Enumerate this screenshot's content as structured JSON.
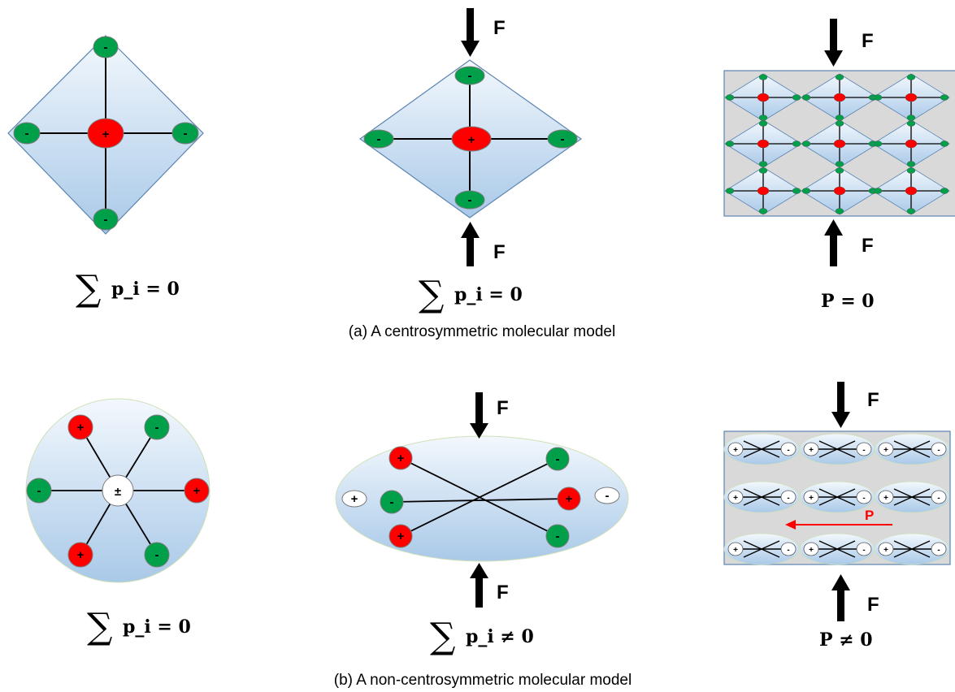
{
  "colors": {
    "positive": "#ff0000",
    "negative": "#00a04a",
    "shape_top": "#f3f8fd",
    "shape_bottom": "#a9c9e8",
    "lattice_bg": "#d9d9d9",
    "outline": "#5b84b1",
    "polarization_arrow": "#ff0000"
  },
  "charges": {
    "positive": "+",
    "negative": "-",
    "neutral": "±"
  },
  "force_label": "F",
  "polarization_label": "P",
  "row_a": {
    "caption": "(a) A centrosymmetric molecular model",
    "panel1_equation": "p_i = 0",
    "panel2_equation": "p_i = 0",
    "panel3_equation": "P = 0"
  },
  "row_b": {
    "caption": "(b) A non-centrosymmetric molecular model",
    "panel1_equation": "p_i = 0",
    "panel2_equation": "p_i ≠ 0",
    "panel3_equation": "P ≠ 0"
  }
}
